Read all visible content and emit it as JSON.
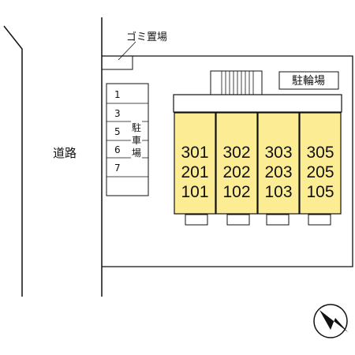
{
  "road_label": "道路",
  "garbage_label": "ゴミ置場",
  "bike_parking_label": "駐輪場",
  "parking": {
    "label_chars": [
      "駐",
      "車",
      "場"
    ],
    "spaces": [
      "1",
      "3",
      "5",
      "6",
      "7"
    ]
  },
  "units": [
    [
      "301",
      "201",
      "101"
    ],
    [
      "302",
      "202",
      "102"
    ],
    [
      "303",
      "203",
      "103"
    ],
    [
      "305",
      "205",
      "105"
    ]
  ],
  "colors": {
    "building_fill": "#fcec93",
    "lines": "#111111"
  },
  "compass": {
    "icon": "north-arrow-icon"
  }
}
